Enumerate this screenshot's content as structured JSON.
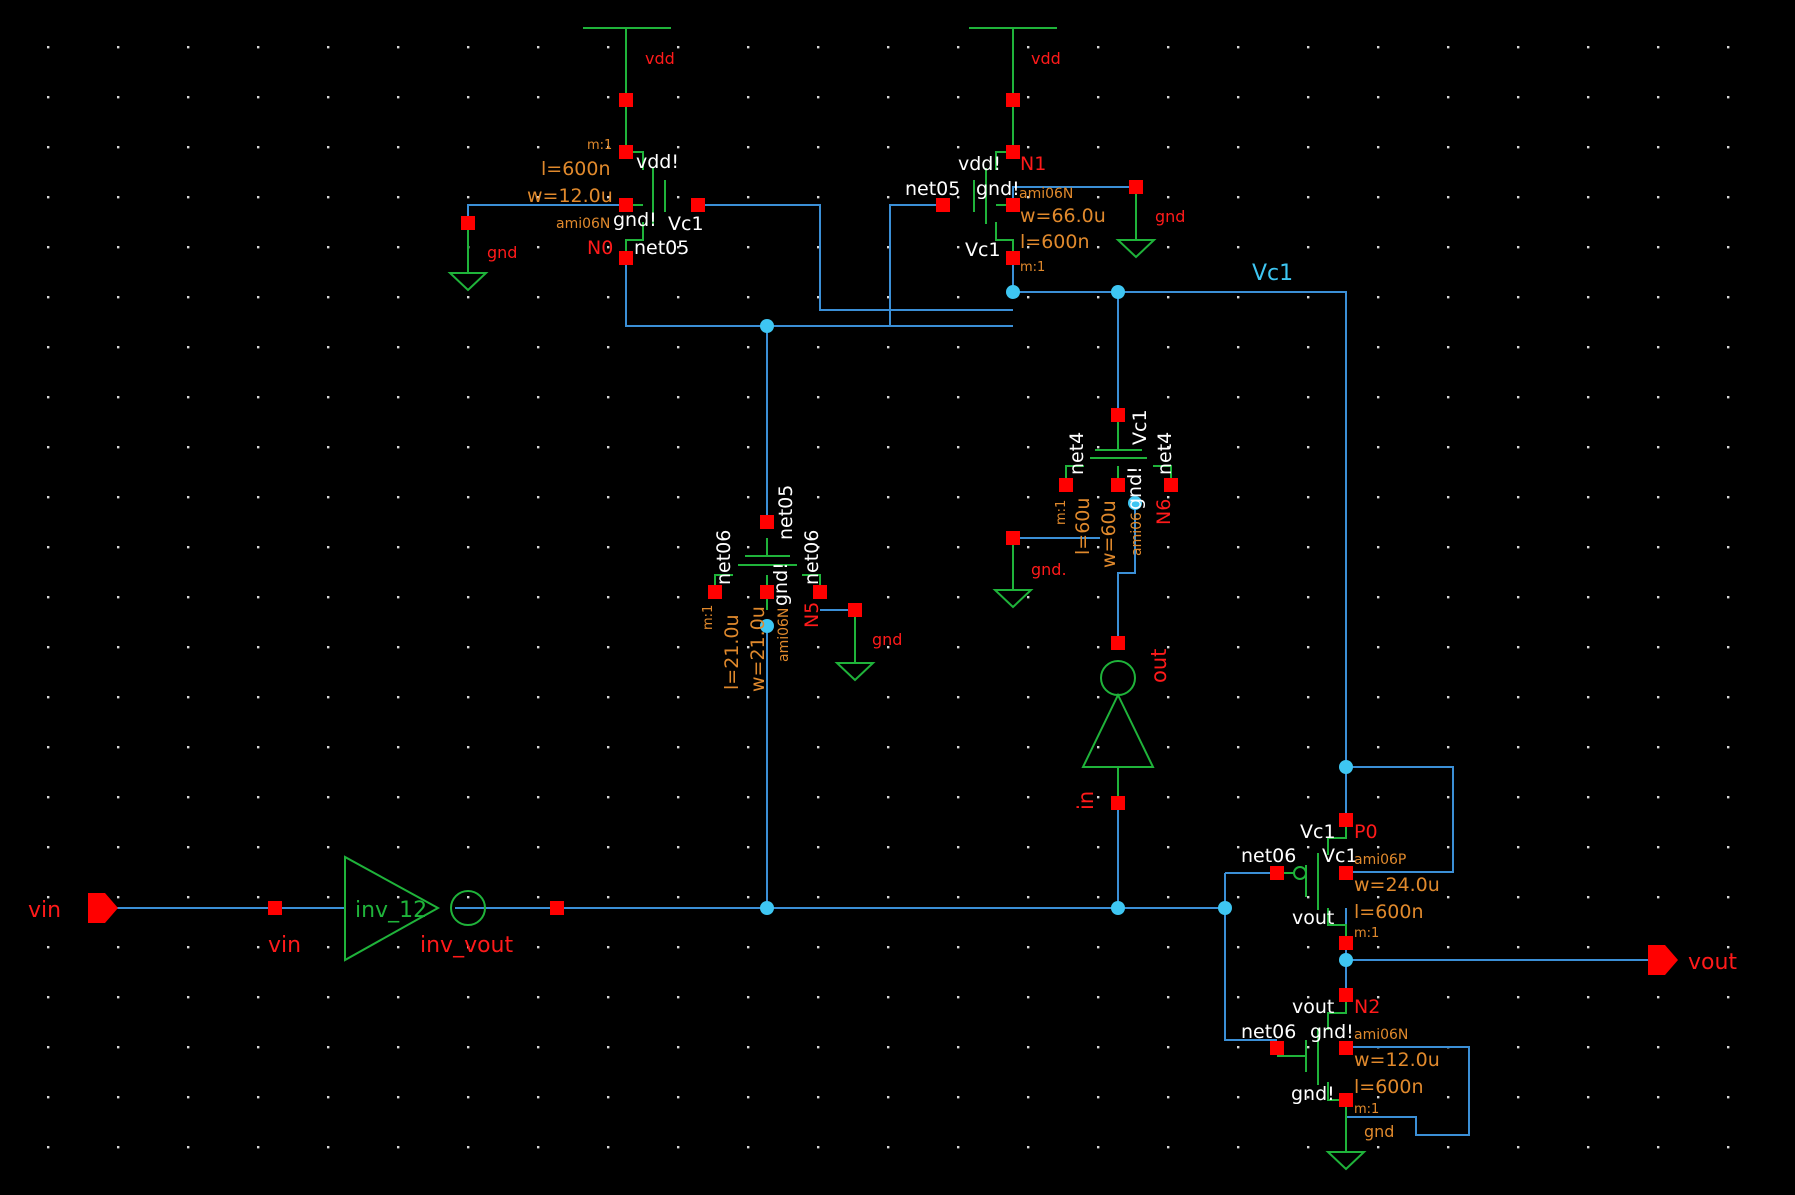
{
  "colors": {
    "background": "#000000",
    "wire": "#3b8fd6",
    "device": "#1fb33a",
    "pin": "#ff0000",
    "junction": "#3ec6f2",
    "param": "#e0892c",
    "term": "#ff1a1a",
    "white": "#ffffff",
    "net_label": "#3ec6f2"
  },
  "labels": {
    "vdd_a": "vdd",
    "vdd_b": "vdd",
    "gnd_a": "gnd",
    "gnd_b": "gnd",
    "gnd_c": "gnd",
    "gnd_d": "gnd.",
    "gnd_e": "gnd",
    "vc1_net": "Vc1",
    "m0_m": "m:1",
    "m0_l": "l=600n",
    "m0_w": "w=12.0u",
    "m0_model": "ami06N",
    "m0_vdd": "vdd!",
    "m0_gnd": "gnd!",
    "m0_vc1": "Vc1",
    "m0_inst": "N0",
    "m0_net": "net05",
    "m1_vdd": "vdd!",
    "m1_inst": "N1",
    "m1_net": "net05",
    "m1_gnd": "gnd!",
    "m1_model": "ami06N",
    "m1_w": "w=66.0u",
    "m1_vc1": "Vc1",
    "m1_l": "l=600n",
    "m1_m": "m:1",
    "m5_a": "net06",
    "m5_b": "net05",
    "m5_c": "gnd!",
    "m5_d": "net06",
    "m5_m": "m:1",
    "m5_l": "l=21.0u",
    "m5_w": "w=21.0u",
    "m5_model": "ami06N",
    "m5_inst": "N5",
    "m4_a": "net4",
    "m4_b": "Vc1",
    "m4_c": "gnd!",
    "m4_d": "net4",
    "m4_m": "m:1",
    "m4_l": "l=60u",
    "m4_w": "w=60u",
    "m4_model": "ami06",
    "m4_inst": "N6",
    "buf_out": "out",
    "buf_in": "in",
    "vin_pin": "vin",
    "vin_net": "vin",
    "inv_name": "inv_12",
    "inv_out": "inv_vout",
    "p0_vc1a": "Vc1",
    "p0_inst": "P0",
    "p0_net": "net06",
    "p0_vc1b": "Vc1",
    "p0_model": "ami06P",
    "p0_w": "w=24.0u",
    "p0_vout": "vout",
    "p0_l": "l=600n",
    "p0_m": "m:1",
    "vout_pin": "vout",
    "n2_vout": "vout",
    "n2_inst": "N2",
    "n2_net": "net06",
    "n2_gnd": "gnd!",
    "n2_model": "ami06N",
    "n2_w": "w=12.0u",
    "n2_gnd2": "gnd!",
    "n2_l": "l=600n",
    "n2_m": "m:1",
    "n2_gnd3": "gnd"
  }
}
